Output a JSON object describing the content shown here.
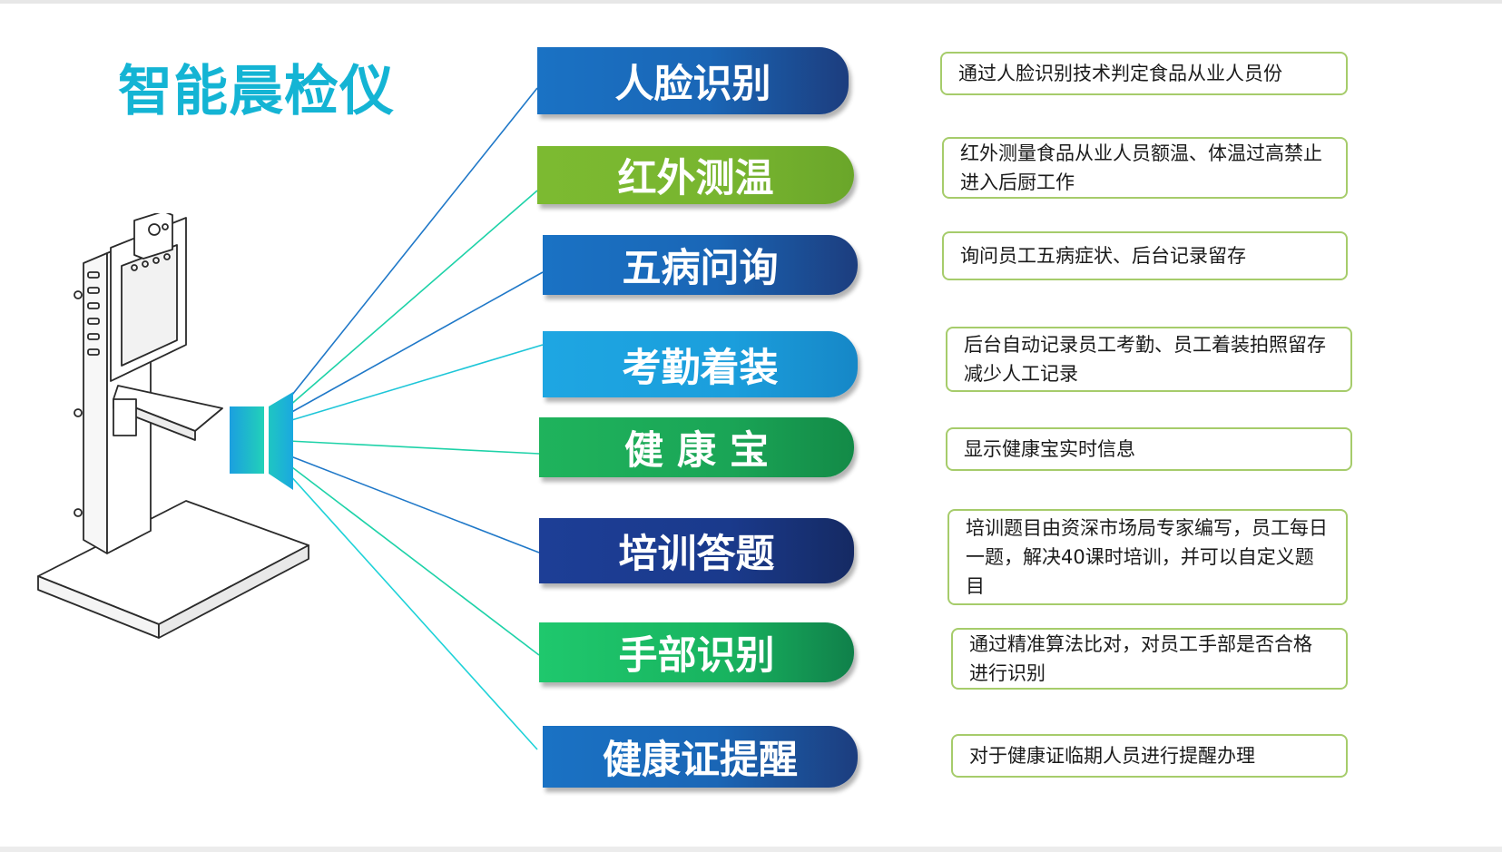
{
  "title": "智能晨检仪",
  "colors": {
    "title": "#14b4d4",
    "desc_border": "#a6cc6b",
    "ray_blue": "#1f78c8",
    "ray_cyan": "#1ed2d8"
  },
  "features": [
    {
      "label": "人脸识别",
      "description": "通过人脸识别技术判定食品从业人员份"
    },
    {
      "label": "红外测温",
      "description": "红外测量食品从业人员额温、体温过高禁止进入后厨工作"
    },
    {
      "label": "五病问询",
      "description": "询问员工五病症状、后台记录留存"
    },
    {
      "label": "考勤着装",
      "description": "后台自动记录员工考勤、员工着装拍照留存减少人工记录"
    },
    {
      "label": "健  康  宝",
      "description": "显示健康宝实时信息"
    },
    {
      "label": "培训答题",
      "description": "培训题目由资深市场局专家编写，员工每日一题，解决40课时培训，并可以自定义题目"
    },
    {
      "label": "手部识别",
      "description": "通过精准算法比对，对员工手部是否合格进行识别"
    },
    {
      "label": "健康证提醒",
      "description": "对于健康证临期人员进行提醒办理"
    }
  ]
}
